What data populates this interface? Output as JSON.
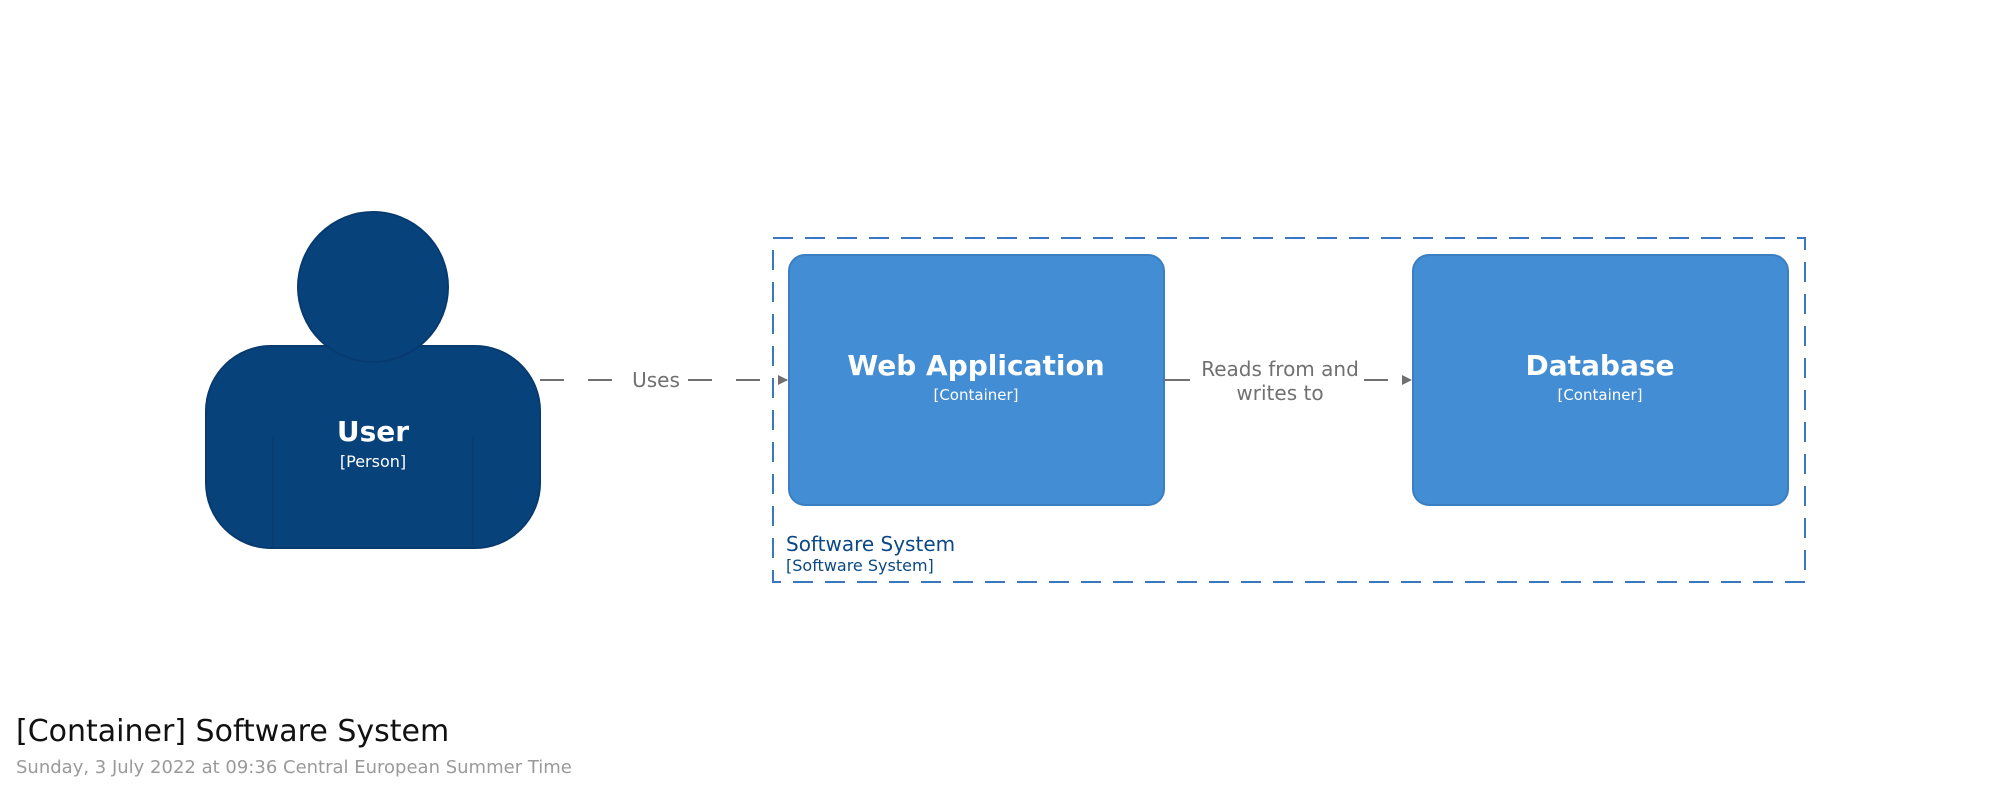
{
  "colors": {
    "person_fill": "#08427b",
    "container_fill": "#438dd5",
    "container_stroke": "#3c7fc0",
    "boundary_stroke": "#3a77c0",
    "edge_color": "#707070",
    "boundary_text": "#0b4884"
  },
  "person": {
    "name": "User",
    "type": "[Person]",
    "icon": "person-icon"
  },
  "boundary": {
    "name": "Software System",
    "type": "[Software System]"
  },
  "containers": [
    {
      "name": "Web Application",
      "type": "[Container]"
    },
    {
      "name": "Database",
      "type": "[Container]"
    }
  ],
  "relationships": [
    {
      "from": "User",
      "to": "Web Application",
      "label": "Uses"
    },
    {
      "from": "Web Application",
      "to": "Database",
      "label_line1": "Reads from and",
      "label_line2": "writes to"
    }
  ],
  "footer": {
    "title": "[Container] Software System",
    "subtitle": "Sunday, 3 July 2022 at 09:36 Central European Summer Time"
  }
}
